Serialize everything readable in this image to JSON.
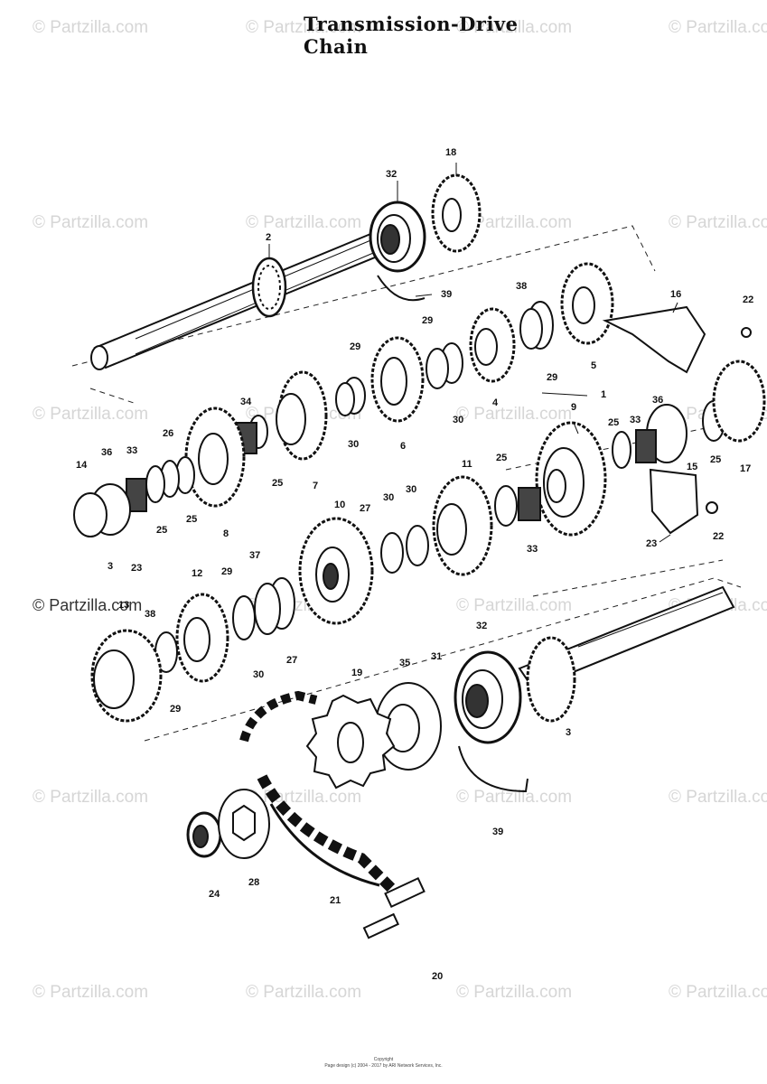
{
  "diagram": {
    "title": "Transmission-Drive Chain",
    "watermark_text": "© Partzilla.com",
    "copyright": {
      "line1": "Copyright",
      "line2": "Page design (c) 2004 - 2017 by ARI Network Services, Inc."
    },
    "callouts": [
      {
        "id": "c18a",
        "label": "18"
      },
      {
        "id": "c32a",
        "label": "32"
      },
      {
        "id": "c2",
        "label": "2"
      },
      {
        "id": "c39a",
        "label": "39"
      },
      {
        "id": "c29a",
        "label": "29"
      },
      {
        "id": "c38a",
        "label": "38"
      },
      {
        "id": "c16",
        "label": "16"
      },
      {
        "id": "c22a",
        "label": "22"
      },
      {
        "id": "c29b",
        "label": "29"
      },
      {
        "id": "c5",
        "label": "5"
      },
      {
        "id": "c29c",
        "label": "29"
      },
      {
        "id": "c1",
        "label": "1"
      },
      {
        "id": "c34",
        "label": "34"
      },
      {
        "id": "c4",
        "label": "4"
      },
      {
        "id": "c9",
        "label": "9"
      },
      {
        "id": "c36a",
        "label": "36"
      },
      {
        "id": "c26",
        "label": "26"
      },
      {
        "id": "c30a",
        "label": "30"
      },
      {
        "id": "c6",
        "label": "6"
      },
      {
        "id": "c30b",
        "label": "30"
      },
      {
        "id": "c25a",
        "label": "25"
      },
      {
        "id": "c33a",
        "label": "33"
      },
      {
        "id": "c36b",
        "label": "36"
      },
      {
        "id": "c33b",
        "label": "33"
      },
      {
        "id": "c14",
        "label": "14"
      },
      {
        "id": "c25b",
        "label": "25"
      },
      {
        "id": "c7",
        "label": "7"
      },
      {
        "id": "c11",
        "label": "11"
      },
      {
        "id": "c25c",
        "label": "25"
      },
      {
        "id": "c15",
        "label": "15"
      },
      {
        "id": "c25d",
        "label": "25"
      },
      {
        "id": "c17",
        "label": "17"
      },
      {
        "id": "c25e",
        "label": "25"
      },
      {
        "id": "c25f",
        "label": "25"
      },
      {
        "id": "c8",
        "label": "8"
      },
      {
        "id": "c30c",
        "label": "30"
      },
      {
        "id": "c10",
        "label": "10"
      },
      {
        "id": "c27a",
        "label": "27"
      },
      {
        "id": "c30d",
        "label": "30"
      },
      {
        "id": "c33c",
        "label": "33"
      },
      {
        "id": "c22b",
        "label": "22"
      },
      {
        "id": "c23a",
        "label": "23"
      },
      {
        "id": "c3a",
        "label": "3"
      },
      {
        "id": "c23b",
        "label": "23"
      },
      {
        "id": "c12",
        "label": "12"
      },
      {
        "id": "c29d",
        "label": "29"
      },
      {
        "id": "c37",
        "label": "37"
      },
      {
        "id": "c13",
        "label": "13"
      },
      {
        "id": "c38b",
        "label": "38"
      },
      {
        "id": "c32b",
        "label": "32"
      },
      {
        "id": "c27b",
        "label": "27"
      },
      {
        "id": "c35",
        "label": "35"
      },
      {
        "id": "c31",
        "label": "31"
      },
      {
        "id": "c30e",
        "label": "30"
      },
      {
        "id": "c19",
        "label": "19"
      },
      {
        "id": "c29e",
        "label": "29"
      },
      {
        "id": "c3b",
        "label": "3"
      },
      {
        "id": "c39b",
        "label": "39"
      },
      {
        "id": "c24",
        "label": "24"
      },
      {
        "id": "c28",
        "label": "28"
      },
      {
        "id": "c21",
        "label": "21"
      },
      {
        "id": "c20",
        "label": "20"
      }
    ]
  }
}
